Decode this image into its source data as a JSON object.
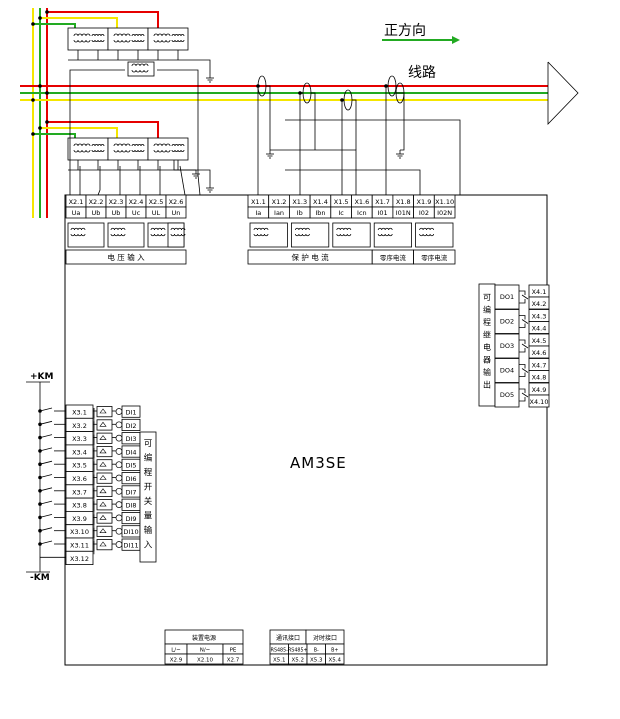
{
  "diagram": {
    "direction_label": "正方向",
    "line_label": "线路",
    "device_name": "AM3SE",
    "plus_km": "+KM",
    "minus_km": "-KM"
  },
  "colors": {
    "red": "#e60000",
    "green": "#22aa22",
    "yellow": "#f5e600",
    "arrow": "#22aa22",
    "black": "#000000"
  },
  "voltage_terminals": [
    {
      "id": "X2.1",
      "label": "Ua"
    },
    {
      "id": "X2.2",
      "label": "Ub"
    },
    {
      "id": "X2.3",
      "label": "Ub"
    },
    {
      "id": "X2.4",
      "label": "Uc"
    },
    {
      "id": "X2.5",
      "label": "UL"
    },
    {
      "id": "X2.6",
      "label": "Un"
    }
  ],
  "voltage_group_label": "电 压 输 入",
  "current_terminals": [
    {
      "id": "X1.1",
      "label": "Ia"
    },
    {
      "id": "X1.2",
      "label": "Ian"
    },
    {
      "id": "X1.3",
      "label": "Ib"
    },
    {
      "id": "X1.4",
      "label": "Ibn"
    },
    {
      "id": "X1.5",
      "label": "Ic"
    },
    {
      "id": "X1.6",
      "label": "Icn"
    },
    {
      "id": "X1.7",
      "label": "I01"
    },
    {
      "id": "X1.8",
      "label": "I01N"
    },
    {
      "id": "X1.9",
      "label": "I02"
    },
    {
      "id": "X1.10",
      "label": "I02N"
    }
  ],
  "current_group_labels": [
    "保 护 电 流",
    "零序电流",
    "零序电流"
  ],
  "relay_outputs": [
    {
      "name": "DO1",
      "terminals": [
        "X4.1",
        "X4.2"
      ]
    },
    {
      "name": "DO2",
      "terminals": [
        "X4.3",
        "X4.4"
      ]
    },
    {
      "name": "DO3",
      "terminals": [
        "X4.5",
        "X4.6"
      ]
    },
    {
      "name": "DO4",
      "terminals": [
        "X4.7",
        "X4.8"
      ]
    },
    {
      "name": "DO5",
      "terminals": [
        "X4.9",
        "X4.10"
      ]
    }
  ],
  "relay_group_label": "可编程继电器输出",
  "digital_inputs": [
    {
      "terminal": "X3.1",
      "name": "DI1"
    },
    {
      "terminal": "X3.2",
      "name": "DI2"
    },
    {
      "terminal": "X3.3",
      "name": "DI3"
    },
    {
      "terminal": "X3.4",
      "name": "DI4"
    },
    {
      "terminal": "X3.5",
      "name": "DI5"
    },
    {
      "terminal": "X3.6",
      "name": "DI6"
    },
    {
      "terminal": "X3.7",
      "name": "DI7"
    },
    {
      "terminal": "X3.8",
      "name": "DI8"
    },
    {
      "terminal": "X3.9",
      "name": "DI9"
    },
    {
      "terminal": "X3.10",
      "name": "DI10"
    },
    {
      "terminal": "X3.11",
      "name": "DI11"
    }
  ],
  "di_common_terminal": "X3.12",
  "di_group_label": "可编程开关量输入",
  "power_box": {
    "title": "装置电源",
    "cols": [
      {
        "label": "L/~",
        "term": "X2.9"
      },
      {
        "label": "N/~",
        "term": "X2.10"
      },
      {
        "label": "PE",
        "term": "X2.7"
      }
    ]
  },
  "comm_box": {
    "title1": "通讯接口",
    "title2": "对时接口",
    "cols": [
      {
        "label": "RS485-",
        "term": "X5.1"
      },
      {
        "label": "RS485+",
        "term": "X5.2"
      },
      {
        "label": "B-",
        "term": "X5.3"
      },
      {
        "label": "B+",
        "term": "X5.4"
      }
    ]
  }
}
